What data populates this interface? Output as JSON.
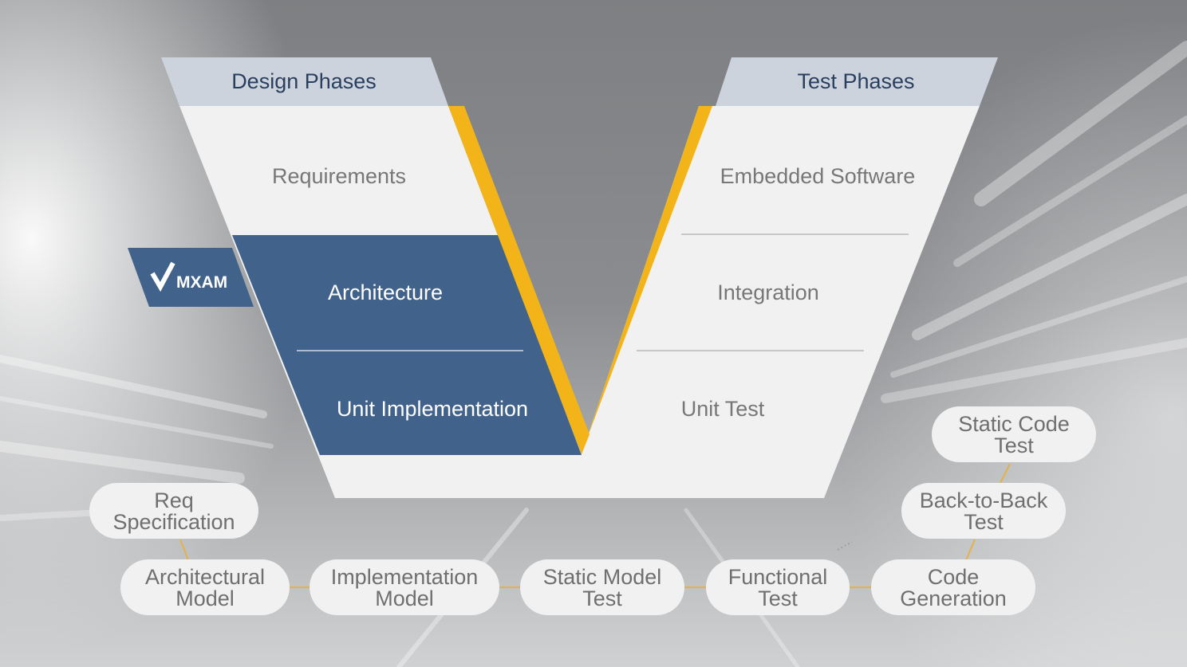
{
  "header": {
    "design_title": "Design Phases",
    "test_title": "Test Phases"
  },
  "design_phases": [
    "Requirements",
    "Architecture",
    "Unit Implementation"
  ],
  "test_phases": [
    "Embedded Software",
    "Integration",
    "Unit Test"
  ],
  "logo": {
    "text": "MXAM",
    "icon": "checkmark-logo-icon"
  },
  "tools": [
    {
      "lines": [
        "Req",
        "Specification"
      ]
    },
    {
      "lines": [
        "Architectural",
        "Model"
      ]
    },
    {
      "lines": [
        "Implementation",
        "Model"
      ]
    },
    {
      "lines": [
        "Static Model",
        "Test"
      ]
    },
    {
      "lines": [
        "Functional",
        "Test"
      ]
    },
    {
      "lines": [
        "Code",
        "Generation"
      ]
    },
    {
      "lines": [
        "Back-to-Back",
        "Test"
      ]
    },
    {
      "lines": [
        "Static Code",
        "Test"
      ]
    }
  ],
  "colors": {
    "header_band": "#ccd3dd",
    "panel": "#f1f1f1",
    "highlight": "#41628a",
    "accent": "#f2b418",
    "title_text": "#2a3f5e",
    "phase_text": "#777777"
  }
}
